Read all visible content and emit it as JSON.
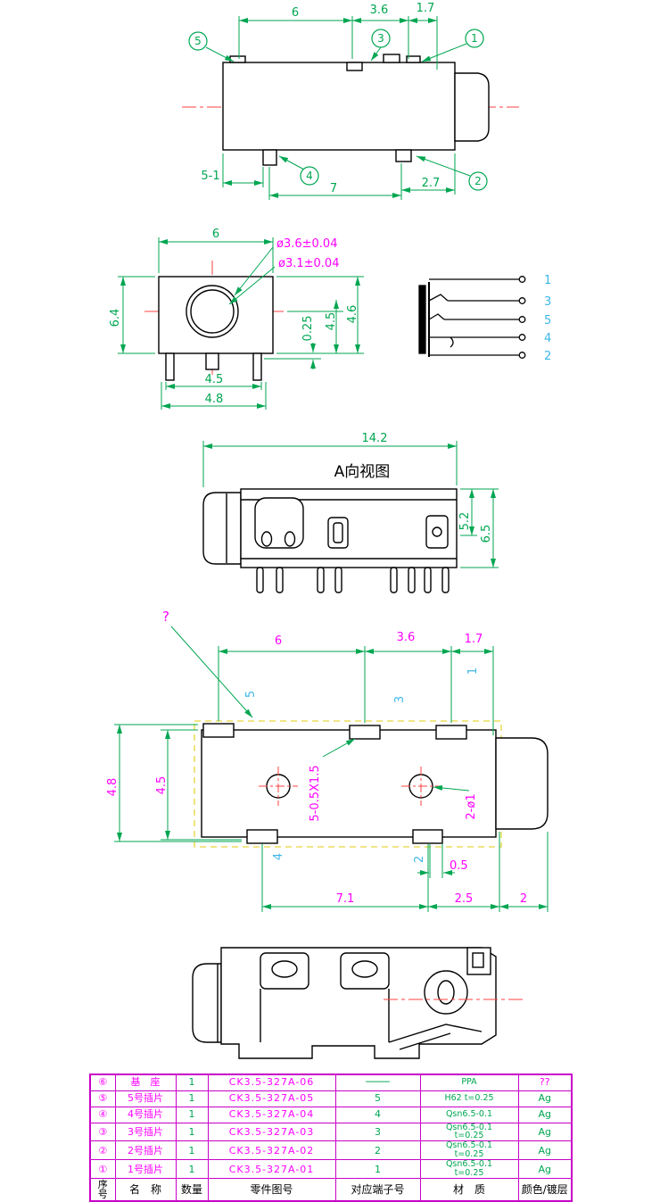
{
  "colors": {
    "dimension_green": "#00A651",
    "label_magenta": "#FF00FF",
    "callout_cyan": "#3FB6E8",
    "centerline_red": "#FF4040",
    "outline_black": "#000000",
    "pad_region_yellow": "#E6D53C",
    "table_border_magenta": "#C800C8"
  },
  "view_side": {
    "d6": "6",
    "d36": "3.6",
    "d17": "1.7",
    "c5": "5",
    "c3": "3",
    "c1": "1",
    "d51": "5-1",
    "d7": "7",
    "d27": "2.7",
    "c4": "4",
    "c2": "2"
  },
  "view_front": {
    "d6": "6",
    "dia_outer": "ø3.6±0.04",
    "dia_inner": "ø3.1±0.04",
    "d64": "6.4",
    "d025": "0.25",
    "d45r": "4.5",
    "d46": "4.6",
    "d45": "4.5",
    "d48": "4.8"
  },
  "schematic": {
    "pins": [
      "1",
      "3",
      "5",
      "4",
      "2"
    ]
  },
  "view_a": {
    "d142": "14.2",
    "label": "A向视图",
    "d52": "5.2",
    "d65": "6.5"
  },
  "view_layout": {
    "q": "?",
    "d6": "6",
    "d36": "3.6",
    "d17": "1.7",
    "c1": "1",
    "c5": "5",
    "c3": "3",
    "d48": "4.8",
    "d45": "4.5",
    "slot": "5-0.5X1.5",
    "holes": "2-ø1",
    "c4": "4",
    "c2": "2",
    "d05": "0.5",
    "d71": "7.1",
    "d25": "2.5",
    "d2": "2"
  },
  "table": {
    "headers": {
      "no": "序\n号",
      "name": "名　称",
      "qty": "数量",
      "part": "零件图号",
      "terminal": "对应端子号",
      "material": "材　质",
      "plating": "颜色/镀层"
    },
    "rows": [
      {
        "no": "⑥",
        "name": "基　座",
        "qty": "1",
        "part": "CK3.5-327A-06",
        "terminal": "────",
        "material": "PPA",
        "plating": "??"
      },
      {
        "no": "⑤",
        "name": "5号插片",
        "qty": "1",
        "part": "CK3.5-327A-05",
        "terminal": "5",
        "material": "H62  t=0.25",
        "plating": "Ag"
      },
      {
        "no": "④",
        "name": "4号插片",
        "qty": "1",
        "part": "CK3.5-327A-04",
        "terminal": "4",
        "material": "Qsn6.5-0.1",
        "plating": "Ag"
      },
      {
        "no": "③",
        "name": "3号插片",
        "qty": "1",
        "part": "CK3.5-327A-03",
        "terminal": "3",
        "material": "Qsn6.5-0.1\nt=0.25",
        "plating": "Ag"
      },
      {
        "no": "②",
        "name": "2号插片",
        "qty": "1",
        "part": "CK3.5-327A-02",
        "terminal": "2",
        "material": "Qsn6.5-0.1\nt=0.25",
        "plating": "Ag"
      },
      {
        "no": "①",
        "name": "1号插片",
        "qty": "1",
        "part": "CK3.5-327A-01",
        "terminal": "1",
        "material": "Qsn6.5-0.1\nt=0.25",
        "plating": "Ag"
      }
    ]
  }
}
